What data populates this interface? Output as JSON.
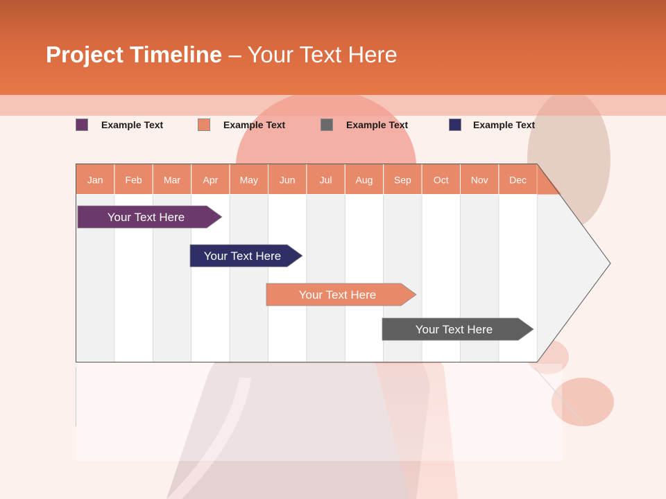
{
  "slide": {
    "title_bold": "Project Timeline",
    "title_rest": " – Your Text Here"
  },
  "legend": [
    {
      "label": "Example Text",
      "color": "#6b3a6b"
    },
    {
      "label": "Example Text",
      "color": "#e8896a"
    },
    {
      "label": "Example Text",
      "color": "#6a6a6a"
    },
    {
      "label": "Example Text",
      "color": "#2f2f66"
    }
  ],
  "timeline": {
    "months": [
      "Jan",
      "Feb",
      "Mar",
      "Apr",
      "May",
      "Jun",
      "Jul",
      "Aug",
      "Sep",
      "Oct",
      "Nov",
      "Dec"
    ],
    "header_color": "#e8896a",
    "bars": [
      {
        "label": "Your  Text Here",
        "color": "#6b3a6b"
      },
      {
        "label": "Your  Text Here",
        "color": "#2f2f66"
      },
      {
        "label": "Your  Text Here",
        "color": "#e8896a"
      },
      {
        "label": "Your  Text Here",
        "color": "#5f5f5f"
      }
    ]
  }
}
